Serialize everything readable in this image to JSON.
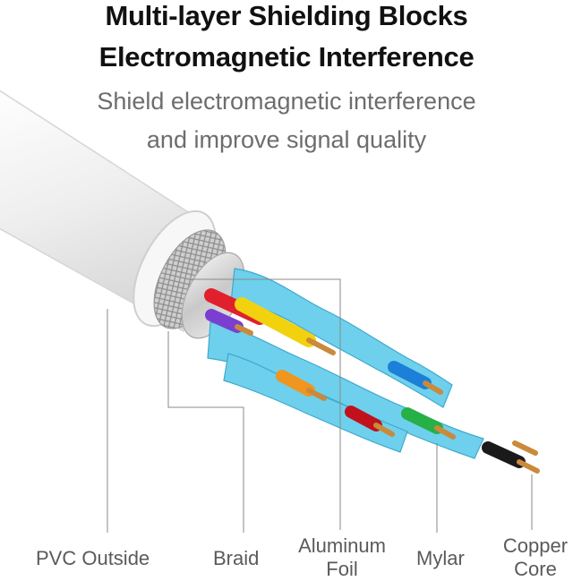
{
  "headline": {
    "line1": "Multi-layer Shielding Blocks",
    "line2": "Electromagnetic Interference"
  },
  "subheadline": {
    "line1": "Shield electromagnetic interference",
    "line2": "and improve signal quality"
  },
  "labels": {
    "pvc_outside": "PVC Outside",
    "braid": "Braid",
    "aluminum_foil_line1": "Aluminum",
    "aluminum_foil_line2": "Foil",
    "mylar": "Mylar",
    "copper_core_line1": "Copper",
    "copper_core_line2": "Core"
  },
  "colors": {
    "jacket": "#f2f2f2",
    "mylar_blue": "#6ed0ec",
    "copper": "#c98a3c",
    "braid": "#b9b9b9"
  }
}
